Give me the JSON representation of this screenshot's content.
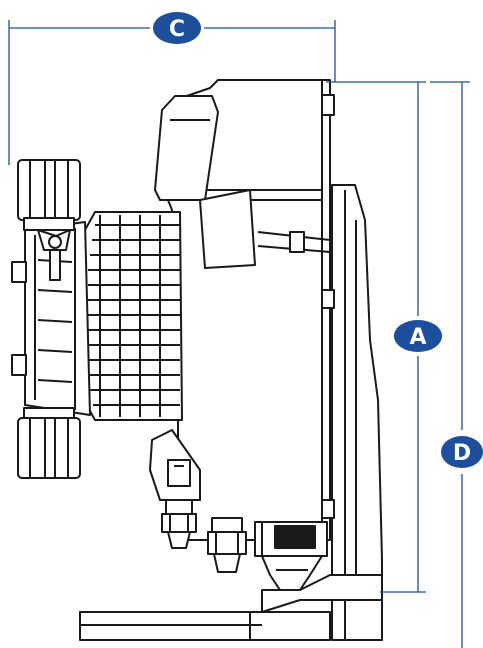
{
  "diagram": {
    "dimension_labels": {
      "a": "A",
      "c": "C",
      "d": "D"
    },
    "colors": {
      "dimension_line": "#1d4f9c",
      "badge_fill": "#1d4f9c",
      "badge_text": "#ffffff",
      "drawing_line": "#1a1a1a",
      "drawing_fill": "#ffffff"
    }
  }
}
